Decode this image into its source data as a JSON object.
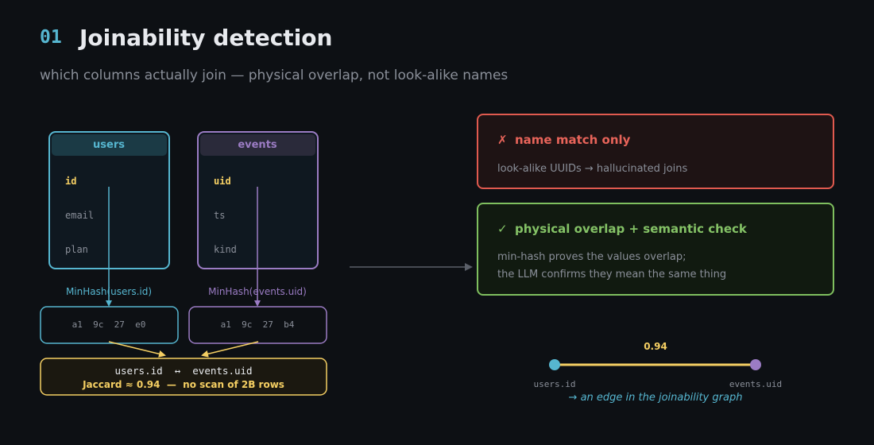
{
  "header": {
    "number": "01",
    "title": "Joinability detection",
    "subtitle": "which columns actually join — physical overlap, not look-alike names"
  },
  "tables": [
    {
      "name": "users",
      "columns": [
        "id",
        "email",
        "plan"
      ],
      "key_column": "id",
      "color": "#56b6d0",
      "minhash_label": "MinHash(users.id)",
      "signature": "a1  9c  27  e0"
    },
    {
      "name": "events",
      "columns": [
        "uid",
        "ts",
        "kind"
      ],
      "key_column": "uid",
      "color": "#9b7cc4",
      "minhash_label": "MinHash(events.uid)",
      "signature": "a1  9c  27  b4"
    }
  ],
  "join_result": {
    "pair": "users.id  ↔  events.uid",
    "detail": "Jaccard ≈ 0.94  —  no scan of 2B rows",
    "color": "#f5cf63"
  },
  "cards": {
    "bad": {
      "mark": "✗",
      "title": "name match only",
      "body": [
        "look-alike UUIDs → hallucinated joins"
      ],
      "color": "#e05a4f"
    },
    "good": {
      "mark": "✓",
      "title": "physical overlap + semantic check",
      "body": [
        "min-hash proves the values overlap;",
        "the LLM confirms they mean the same thing"
      ],
      "color": "#7fbf5f"
    }
  },
  "graph": {
    "weight": "0.94",
    "left_node": "users.id",
    "right_node": "events.uid",
    "caption": "→ an edge in the joinability graph"
  }
}
